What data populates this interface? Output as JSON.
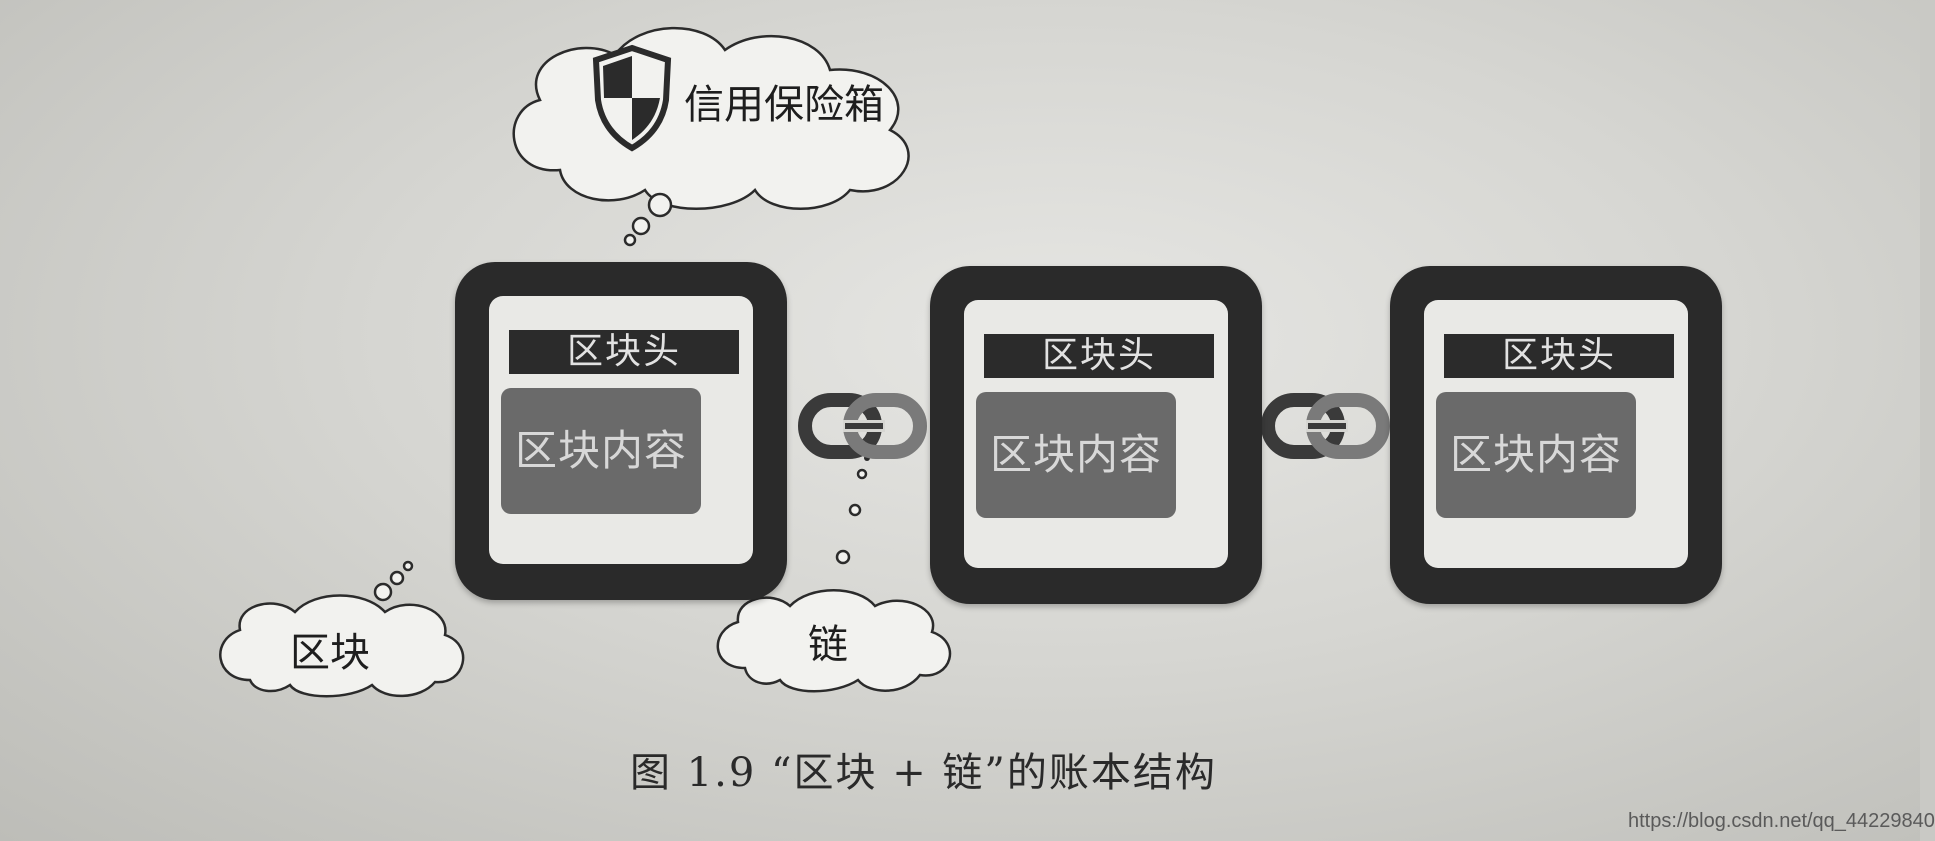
{
  "labels": {
    "safe_box": "信用保险箱",
    "block": "区块",
    "chain": "链"
  },
  "blocks": [
    {
      "header": "区块头",
      "content": "区块内容"
    },
    {
      "header": "区块头",
      "content": "区块内容"
    },
    {
      "header": "区块头",
      "content": "区块内容"
    }
  ],
  "caption": "图 1.9 “区块 + 链”的账本结构",
  "watermark": "https://blog.csdn.net/qq_44229840",
  "icons": {
    "shield": "shield-icon",
    "link": "chain-link-icon"
  }
}
